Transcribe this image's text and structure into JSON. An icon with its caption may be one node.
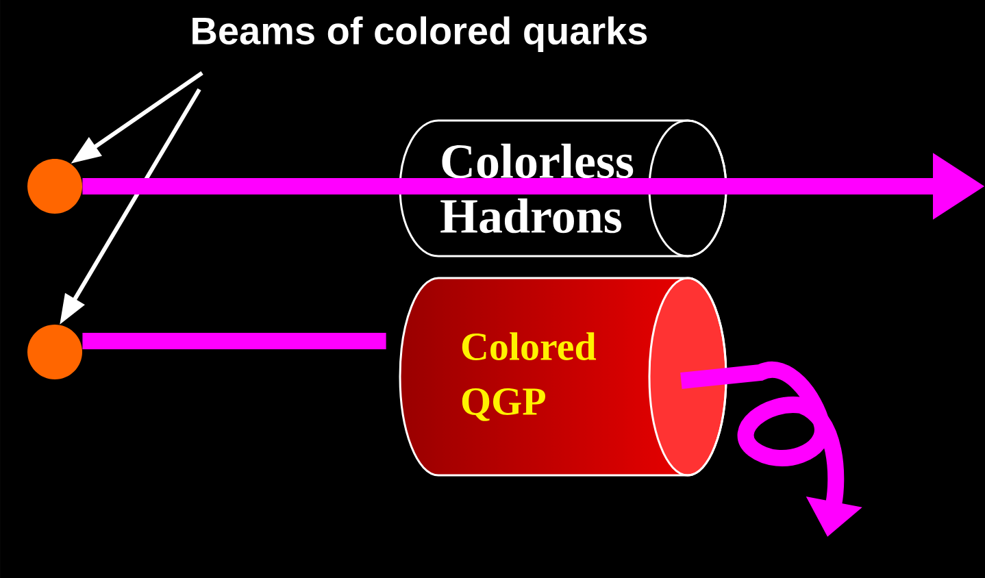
{
  "diagram": {
    "nodes": [
      {
        "text": [
          "Beams of colored quarks"
        ]
      },
      {
        "text": [],
        "shape": "circle"
      },
      {
        "text": [],
        "shape": "circle"
      },
      {
        "text": [
          "Colorless Hadrons"
        ]
      },
      {
        "text": [
          "Colored QGP"
        ]
      }
    ],
    "edges": [
      {
        "from": 0,
        "to": 1,
        "arrow": "to",
        "color": "#ffffff"
      },
      {
        "from": 0,
        "to": 2,
        "arrow": "to",
        "color": "#ffffff"
      },
      {
        "from": 1,
        "to": null,
        "arrow": "to",
        "color": "#ff00ff"
      },
      {
        "from": 2,
        "to": 4,
        "arrow": "none",
        "color": "#ff00ff"
      },
      {
        "from": 4,
        "to": null,
        "arrow": "to",
        "color": "#ff00ff"
      }
    ]
  }
}
